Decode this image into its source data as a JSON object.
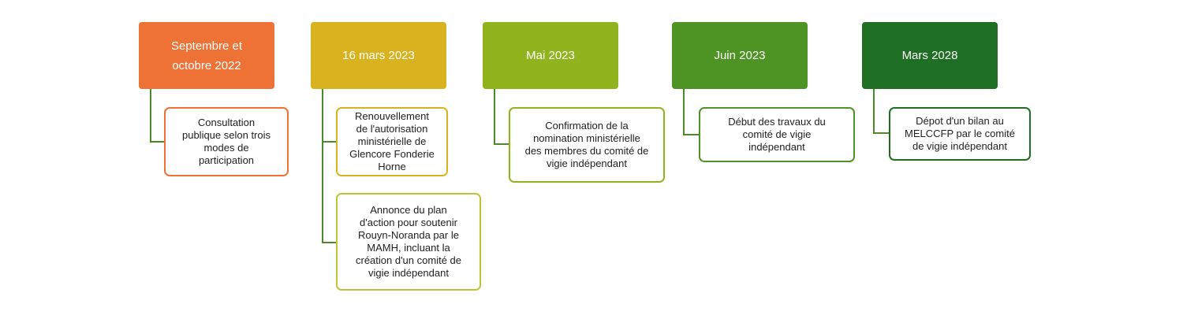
{
  "colors": {
    "step1": "#EE7135",
    "step2": "#D8B21F",
    "step3": "#8FB41E",
    "step4": "#4D9425",
    "step5": "#1E6E24"
  },
  "timeline": [
    {
      "date": "Septembre et\noctobre 2022",
      "events": [
        "Consultation\npublique selon trois\nmodes de\nparticipation"
      ]
    },
    {
      "date": "16 mars 2023",
      "events": [
        "Renouvellement\nde l'autorisation\nministérielle de\nGlencore Fonderie\nHorne",
        "Annonce du plan\nd'action pour soutenir\nRouyn-Noranda par le\nMAMH, incluant la\ncréation d'un comité de\nvigie indépendant"
      ]
    },
    {
      "date": "Mai 2023",
      "events": [
        "Confirmation de la\nnomination ministérielle\ndes membres du comité de\nvigie indépendant"
      ]
    },
    {
      "date": "Juin 2023",
      "events": [
        "Début des travaux du\ncomité de vigie\nindépendant"
      ]
    },
    {
      "date": "Mars 2028",
      "events": [
        "Dépot d'un bilan au\nMELCCFP par le comité\nde vigie indépendant"
      ]
    }
  ]
}
